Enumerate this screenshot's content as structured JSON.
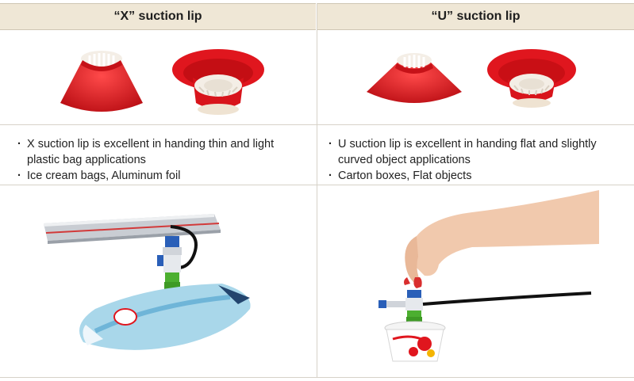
{
  "columns": [
    {
      "header": "“X” suction lip",
      "bullets": [
        "X suction lip is excellent in handing thin and light",
        "plastic bag applications",
        "Ice cream bags, Aluminum foil"
      ],
      "cup_images": [
        "x-lip-cup-side-icon",
        "x-lip-cup-top-icon"
      ],
      "application_image": "x-lip-bag-gripper-illustration"
    },
    {
      "header": "“U” suction lip",
      "bullets": [
        "U suction lip is excellent in handing flat and slightly",
        "curved object applications",
        "Carton boxes, Flat objects"
      ],
      "cup_images": [
        "u-lip-cup-side-icon",
        "u-lip-cup-top-icon"
      ],
      "application_image": "u-lip-hand-cup-illustration"
    }
  ],
  "colors": {
    "header_bg": "#efe7d6",
    "cup_red": "#e0161e",
    "cup_inner": "#f2ece4",
    "divider": "#d7d2c8"
  }
}
